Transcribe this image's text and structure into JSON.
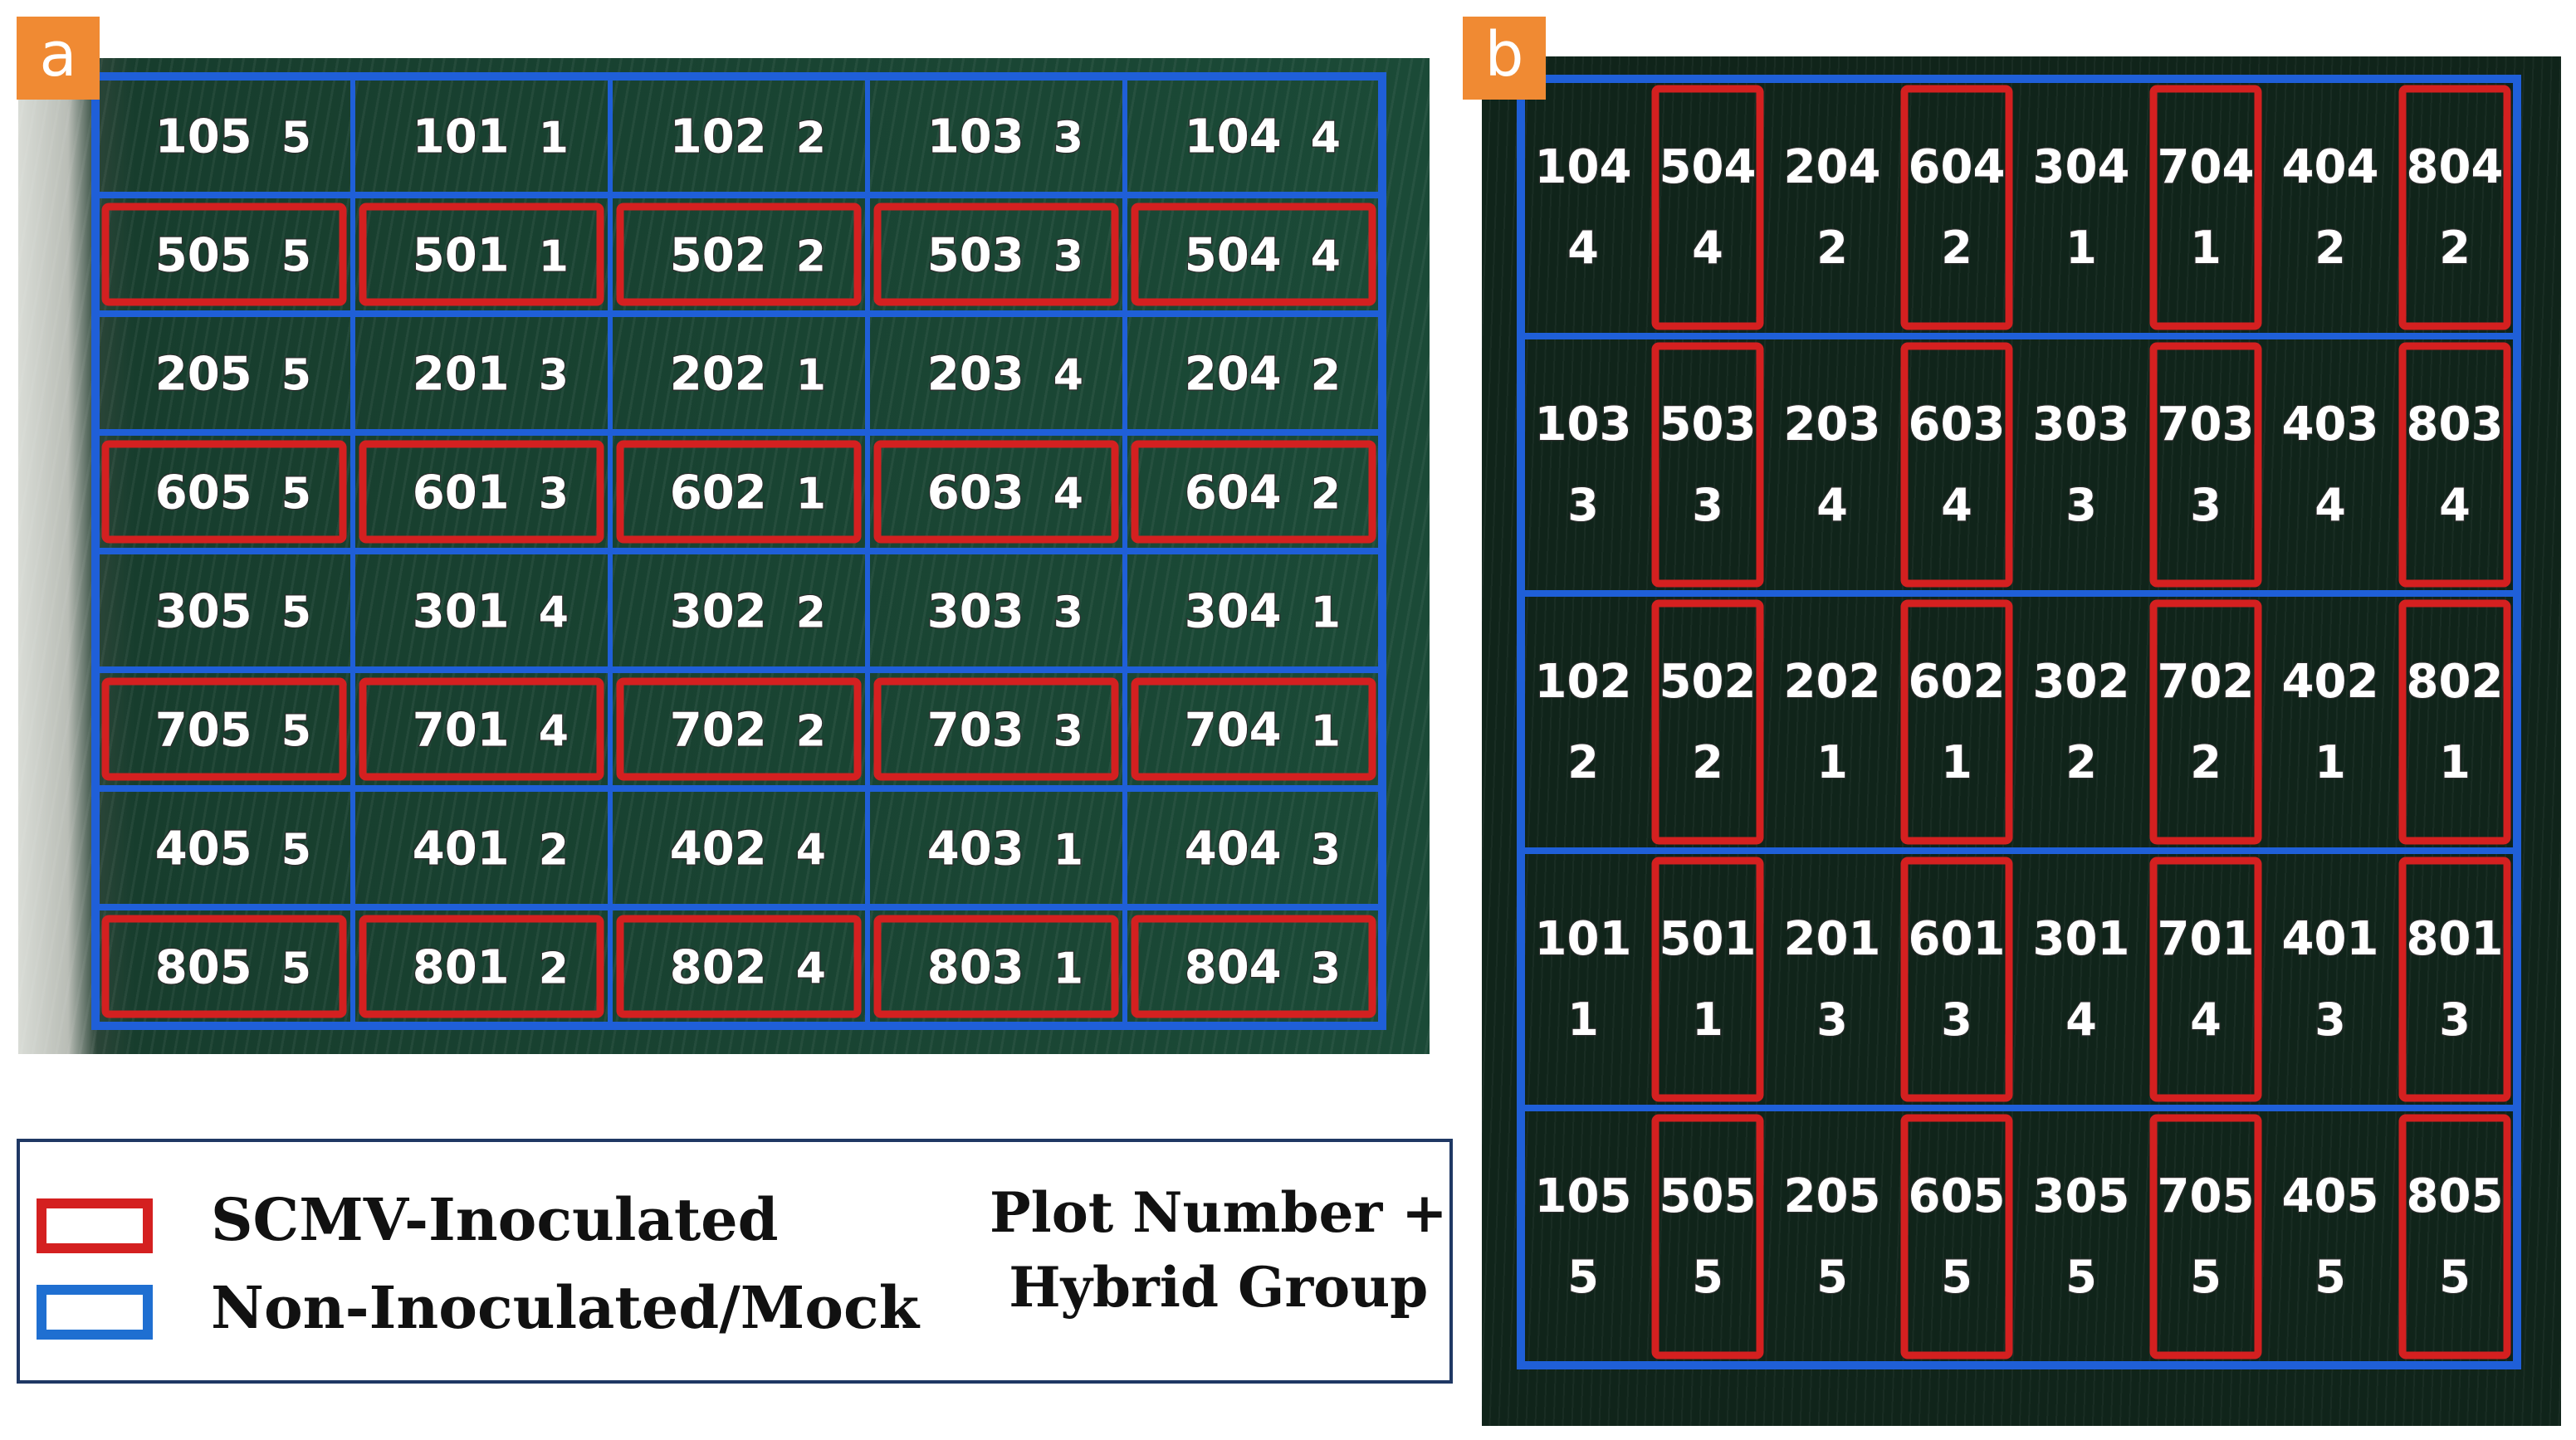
{
  "panels": {
    "a": {
      "letter": "a",
      "rows": [
        [
          {
            "plot": "105",
            "group": "5",
            "type": "mock"
          },
          {
            "plot": "101",
            "group": "1",
            "type": "mock"
          },
          {
            "plot": "102",
            "group": "2",
            "type": "mock"
          },
          {
            "plot": "103",
            "group": "3",
            "type": "mock"
          },
          {
            "plot": "104",
            "group": "4",
            "type": "mock"
          }
        ],
        [
          {
            "plot": "505",
            "group": "5",
            "type": "scmv"
          },
          {
            "plot": "501",
            "group": "1",
            "type": "scmv"
          },
          {
            "plot": "502",
            "group": "2",
            "type": "scmv"
          },
          {
            "plot": "503",
            "group": "3",
            "type": "scmv"
          },
          {
            "plot": "504",
            "group": "4",
            "type": "scmv"
          }
        ],
        [
          {
            "plot": "205",
            "group": "5",
            "type": "mock"
          },
          {
            "plot": "201",
            "group": "3",
            "type": "mock"
          },
          {
            "plot": "202",
            "group": "1",
            "type": "mock"
          },
          {
            "plot": "203",
            "group": "4",
            "type": "mock"
          },
          {
            "plot": "204",
            "group": "2",
            "type": "mock"
          }
        ],
        [
          {
            "plot": "605",
            "group": "5",
            "type": "scmv"
          },
          {
            "plot": "601",
            "group": "3",
            "type": "scmv"
          },
          {
            "plot": "602",
            "group": "1",
            "type": "scmv"
          },
          {
            "plot": "603",
            "group": "4",
            "type": "scmv"
          },
          {
            "plot": "604",
            "group": "2",
            "type": "scmv"
          }
        ],
        [
          {
            "plot": "305",
            "group": "5",
            "type": "mock"
          },
          {
            "plot": "301",
            "group": "4",
            "type": "mock"
          },
          {
            "plot": "302",
            "group": "2",
            "type": "mock"
          },
          {
            "plot": "303",
            "group": "3",
            "type": "mock"
          },
          {
            "plot": "304",
            "group": "1",
            "type": "mock"
          }
        ],
        [
          {
            "plot": "705",
            "group": "5",
            "type": "scmv"
          },
          {
            "plot": "701",
            "group": "4",
            "type": "scmv"
          },
          {
            "plot": "702",
            "group": "2",
            "type": "scmv"
          },
          {
            "plot": "703",
            "group": "3",
            "type": "scmv"
          },
          {
            "plot": "704",
            "group": "1",
            "type": "scmv"
          }
        ],
        [
          {
            "plot": "405",
            "group": "5",
            "type": "mock"
          },
          {
            "plot": "401",
            "group": "2",
            "type": "mock"
          },
          {
            "plot": "402",
            "group": "4",
            "type": "mock"
          },
          {
            "plot": "403",
            "group": "1",
            "type": "mock"
          },
          {
            "plot": "404",
            "group": "3",
            "type": "mock"
          }
        ],
        [
          {
            "plot": "805",
            "group": "5",
            "type": "scmv"
          },
          {
            "plot": "801",
            "group": "2",
            "type": "scmv"
          },
          {
            "plot": "802",
            "group": "4",
            "type": "scmv"
          },
          {
            "plot": "803",
            "group": "1",
            "type": "scmv"
          },
          {
            "plot": "804",
            "group": "3",
            "type": "scmv"
          }
        ]
      ]
    },
    "b": {
      "letter": "b",
      "rows": [
        [
          {
            "plot": "104",
            "group": "4",
            "type": "mock"
          },
          {
            "plot": "504",
            "group": "4",
            "type": "scmv"
          },
          {
            "plot": "204",
            "group": "2",
            "type": "mock"
          },
          {
            "plot": "604",
            "group": "2",
            "type": "scmv"
          },
          {
            "plot": "304",
            "group": "1",
            "type": "mock"
          },
          {
            "plot": "704",
            "group": "1",
            "type": "scmv"
          },
          {
            "plot": "404",
            "group": "2",
            "type": "mock"
          },
          {
            "plot": "804",
            "group": "2",
            "type": "scmv"
          }
        ],
        [
          {
            "plot": "103",
            "group": "3",
            "type": "mock"
          },
          {
            "plot": "503",
            "group": "3",
            "type": "scmv"
          },
          {
            "plot": "203",
            "group": "4",
            "type": "mock"
          },
          {
            "plot": "603",
            "group": "4",
            "type": "scmv"
          },
          {
            "plot": "303",
            "group": "3",
            "type": "mock"
          },
          {
            "plot": "703",
            "group": "3",
            "type": "scmv"
          },
          {
            "plot": "403",
            "group": "4",
            "type": "mock"
          },
          {
            "plot": "803",
            "group": "4",
            "type": "scmv"
          }
        ],
        [
          {
            "plot": "102",
            "group": "2",
            "type": "mock"
          },
          {
            "plot": "502",
            "group": "2",
            "type": "scmv"
          },
          {
            "plot": "202",
            "group": "1",
            "type": "mock"
          },
          {
            "plot": "602",
            "group": "1",
            "type": "scmv"
          },
          {
            "plot": "302",
            "group": "2",
            "type": "mock"
          },
          {
            "plot": "702",
            "group": "2",
            "type": "scmv"
          },
          {
            "plot": "402",
            "group": "1",
            "type": "mock"
          },
          {
            "plot": "802",
            "group": "1",
            "type": "scmv"
          }
        ],
        [
          {
            "plot": "101",
            "group": "1",
            "type": "mock"
          },
          {
            "plot": "501",
            "group": "1",
            "type": "scmv"
          },
          {
            "plot": "201",
            "group": "3",
            "type": "mock"
          },
          {
            "plot": "601",
            "group": "3",
            "type": "scmv"
          },
          {
            "plot": "301",
            "group": "4",
            "type": "mock"
          },
          {
            "plot": "701",
            "group": "4",
            "type": "scmv"
          },
          {
            "plot": "401",
            "group": "3",
            "type": "mock"
          },
          {
            "plot": "801",
            "group": "3",
            "type": "scmv"
          }
        ],
        [
          {
            "plot": "105",
            "group": "5",
            "type": "mock"
          },
          {
            "plot": "505",
            "group": "5",
            "type": "scmv"
          },
          {
            "plot": "205",
            "group": "5",
            "type": "mock"
          },
          {
            "plot": "605",
            "group": "5",
            "type": "scmv"
          },
          {
            "plot": "305",
            "group": "5",
            "type": "mock"
          },
          {
            "plot": "705",
            "group": "5",
            "type": "scmv"
          },
          {
            "plot": "405",
            "group": "5",
            "type": "mock"
          },
          {
            "plot": "805",
            "group": "5",
            "type": "scmv"
          }
        ]
      ]
    }
  },
  "legend": {
    "scmv_label": "SCMV-Inoculated",
    "mock_label": "Non-Inoculated/Mock",
    "plot_line1": "Plot Number +",
    "plot_line2": "Hybrid Group"
  },
  "colors": {
    "scmv": "#d42020",
    "mock": "#1f5fd8",
    "legend_mock_swatch": "#1f6fd1",
    "legend_border": "#1f3864",
    "panel_letter_bg": "#f08a33",
    "vegetation": "#1b4a37"
  }
}
